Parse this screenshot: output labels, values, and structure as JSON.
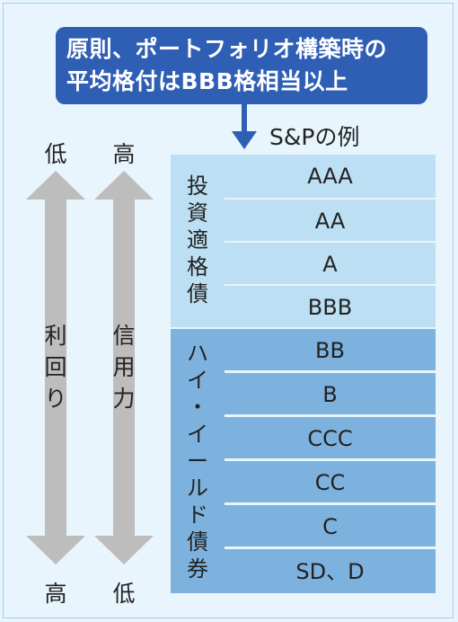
{
  "callout": {
    "line1": "原則、ポートフォリオ構築時の",
    "line2": "平均格付はBBB格相当以上"
  },
  "sp_label": "S&Pの例",
  "scale": {
    "yield_top": "低",
    "credit_top": "高",
    "yield_bottom": "高",
    "credit_bottom": "低",
    "yield_label": [
      "利",
      "回",
      "り"
    ],
    "credit_label": [
      "信",
      "用",
      "力"
    ]
  },
  "groups": {
    "investment_grade": [
      "投",
      "資",
      "適",
      "格",
      "債"
    ],
    "high_yield": [
      "ハ",
      "イ",
      "・",
      "イ",
      "ー",
      "ル",
      "ド",
      "債",
      "券"
    ]
  },
  "ratings": [
    "AAA",
    "AA",
    "A",
    "BBB",
    "BB",
    "B",
    "CCC",
    "CC",
    "C",
    "SD、D"
  ],
  "colors": {
    "callout": "#2f5fb5",
    "investment_grade": "#bcdff3",
    "high_yield": "#7eb2de",
    "arrow": "#bdbdbd",
    "background": "#e8f5fc"
  }
}
